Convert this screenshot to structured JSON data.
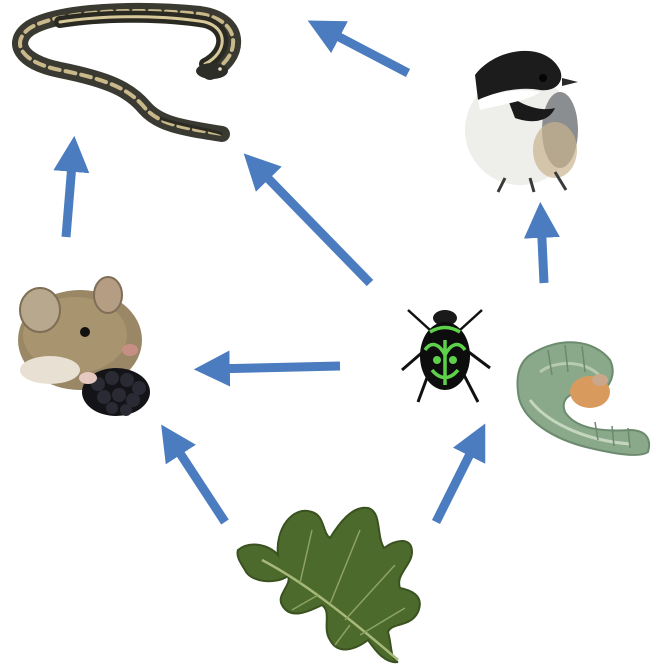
{
  "diagram": {
    "type": "food-web",
    "organisms": [
      {
        "id": "snake",
        "icon": "garter-snake-icon"
      },
      {
        "id": "bird",
        "icon": "chickadee-icon"
      },
      {
        "id": "mouse",
        "icon": "mouse-with-blackberry-icon"
      },
      {
        "id": "beetle",
        "icon": "green-beetle-icon"
      },
      {
        "id": "caterpillar",
        "icon": "caterpillar-icon"
      },
      {
        "id": "leaf",
        "icon": "oak-leaf-icon"
      }
    ],
    "arrows": [
      {
        "from": "bird",
        "to": "snake"
      },
      {
        "from": "mouse",
        "to": "snake"
      },
      {
        "from": "beetle",
        "to": "snake"
      },
      {
        "from": "caterpillar",
        "to": "bird"
      },
      {
        "from": "beetle",
        "to": "mouse"
      },
      {
        "from": "leaf",
        "to": "mouse"
      },
      {
        "from": "leaf",
        "to": "beetle"
      }
    ],
    "arrow_color": "#4a7cbf"
  }
}
